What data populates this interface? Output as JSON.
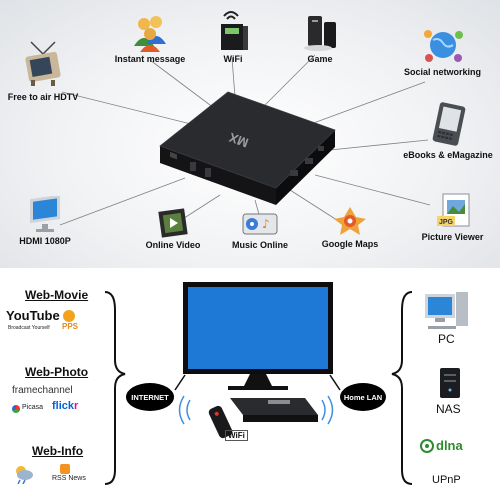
{
  "features": {
    "instant_message": {
      "label": "Instant message",
      "icon": "instant-message-people-icon"
    },
    "wifi": {
      "label": "WiFi",
      "icon": "wifi-router-icon"
    },
    "game": {
      "label": "Game",
      "icon": "game-console-icon"
    },
    "social": {
      "label": "Social networking",
      "icon": "globe-network-icon"
    },
    "hdtv": {
      "label": "Free to air HDTV",
      "icon": "retro-tv-icon"
    },
    "ebooks": {
      "label": "eBooks & eMagazine",
      "icon": "ebook-reader-icon"
    },
    "hdmi": {
      "label": "HDMI 1080P",
      "icon": "monitor-icon"
    },
    "video": {
      "label": "Online Video",
      "icon": "film-play-icon"
    },
    "music": {
      "label": "Music Online",
      "icon": "music-player-icon"
    },
    "maps": {
      "label": "Google Maps",
      "icon": "maps-icon"
    },
    "picture": {
      "label": "Picture Viewer",
      "icon": "jpg-picture-icon"
    }
  },
  "device": {
    "logo": "MX",
    "color": "#1b1c1f"
  },
  "left": {
    "web_movie": {
      "title": "Web-Movie",
      "youtube": "YouTube",
      "youtube_sub": "Broadcast Yourself",
      "pps": "PPS"
    },
    "web_photo": {
      "title": "Web-Photo",
      "framechannel": "framechannel",
      "picasa": "Picasa",
      "flickr": "flickr"
    },
    "web_info": {
      "title": "Web-Info",
      "rss": "RSS News"
    }
  },
  "connections": {
    "internet": "INTERNET",
    "home_lan": "Home LAN",
    "wifi": "WiFi"
  },
  "right": {
    "pc": "PC",
    "nas": "NAS",
    "dlna": "dlna",
    "upnp": "UPnP"
  },
  "colors": {
    "youtube_red": "#d40000",
    "flickr_blue": "#0063dc",
    "flickr_pink": "#ff0084",
    "tv_screen": "#1e78d6",
    "dlna_green": "#2e8b2e"
  }
}
